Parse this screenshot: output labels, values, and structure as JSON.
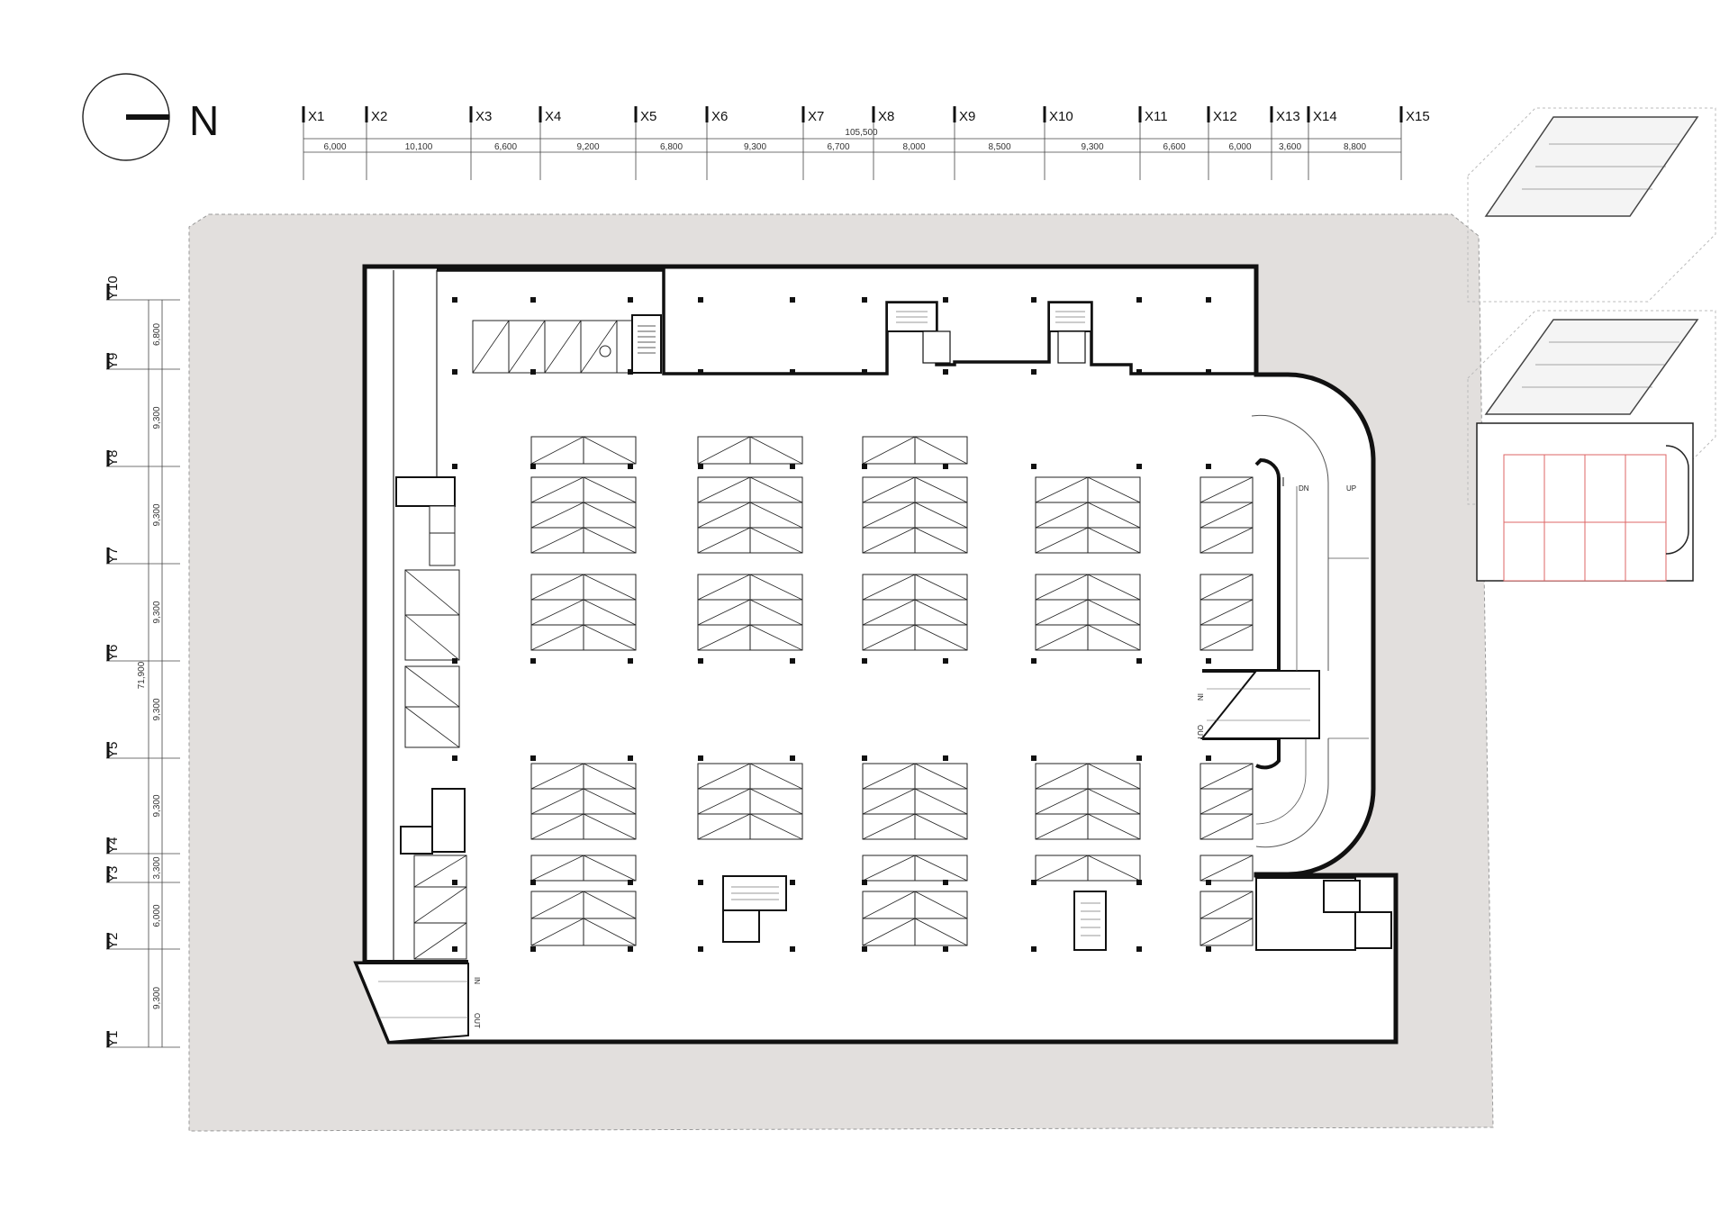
{
  "north": {
    "label": "N"
  },
  "grid": {
    "x_axes": [
      "X1",
      "X2",
      "X3",
      "X4",
      "X5",
      "X6",
      "X7",
      "X8",
      "X9",
      "X10",
      "X11",
      "X12",
      "X13",
      "X14",
      "X15"
    ],
    "x_spans": [
      "6,000",
      "10,100",
      "6,600",
      "9,200",
      "6,800",
      "9,300",
      "6,700",
      "8,000",
      "8,500",
      "9,300",
      "6,600",
      "6,000",
      "3,600",
      "8,800"
    ],
    "x_total": "105,500",
    "y_axes": [
      "Y1",
      "Y2",
      "Y3",
      "Y4",
      "Y5",
      "Y6",
      "Y7",
      "Y8",
      "Y9",
      "Y10"
    ],
    "y_spans": [
      "9,300",
      "6,000",
      "3,300",
      "9,300",
      "9,300",
      "9,300",
      "9,300",
      "9,300",
      "6,800"
    ],
    "y_total": "71,900"
  },
  "ramps": {
    "up_label": "UP",
    "down_label": "DN",
    "in_label": "IN",
    "out_label": "OUT"
  }
}
